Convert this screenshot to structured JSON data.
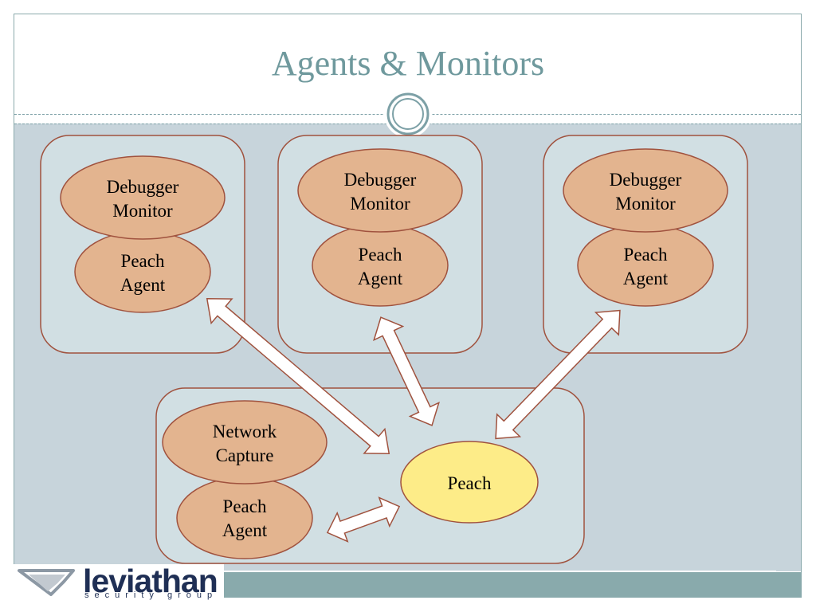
{
  "slide": {
    "title": "Agents & Monitors"
  },
  "diagram": {
    "hosts": [
      {
        "monitor": [
          "Debugger",
          "Monitor"
        ],
        "agent": [
          "Peach",
          "Agent"
        ]
      },
      {
        "monitor": [
          "Debugger",
          "Monitor"
        ],
        "agent": [
          "Peach",
          "Agent"
        ]
      },
      {
        "monitor": [
          "Debugger",
          "Monitor"
        ],
        "agent": [
          "Peach",
          "Agent"
        ]
      }
    ],
    "local_host": {
      "monitor": [
        "Network",
        "Capture"
      ],
      "agent": [
        "Peach",
        "Agent"
      ],
      "peach": "Peach"
    }
  },
  "logo": {
    "name": "leviathan",
    "tagline": "security group"
  },
  "colors": {
    "title": "#6f999d",
    "background": "#c7d4db",
    "box_fill": "#d1dfe3",
    "box_stroke": "#a0523e",
    "ellipse_fill": "#e3b48f",
    "ellipse_stroke": "#a0523e",
    "peach_fill": "#fdec88",
    "band": "#89aaac",
    "logo_text": "#1f2f55"
  }
}
